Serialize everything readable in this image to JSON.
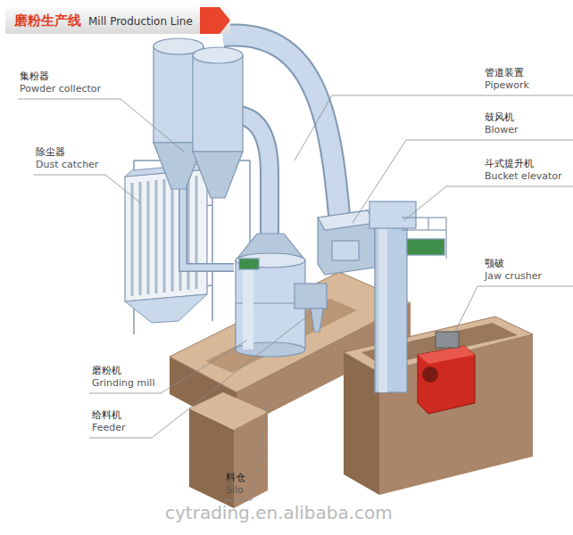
{
  "diagram": {
    "nodes": [
      {
        "text": [
          "磨粉生产线",
          "Mill Production Line"
        ]
      }
    ],
    "labels": [
      "集粉器",
      "Powder collector",
      "除尘器",
      "Dust catcher",
      "磨粉机",
      "Grinding mill",
      "给料机",
      "Feeder",
      "料仓",
      "Silo",
      "管道装置",
      "Pipework",
      "鼓风机",
      "Blower",
      "斗式提升机",
      "Bucket elevator",
      "颚破",
      "Jaw crusher",
      "cytrading.en.alibaba.com"
    ]
  }
}
